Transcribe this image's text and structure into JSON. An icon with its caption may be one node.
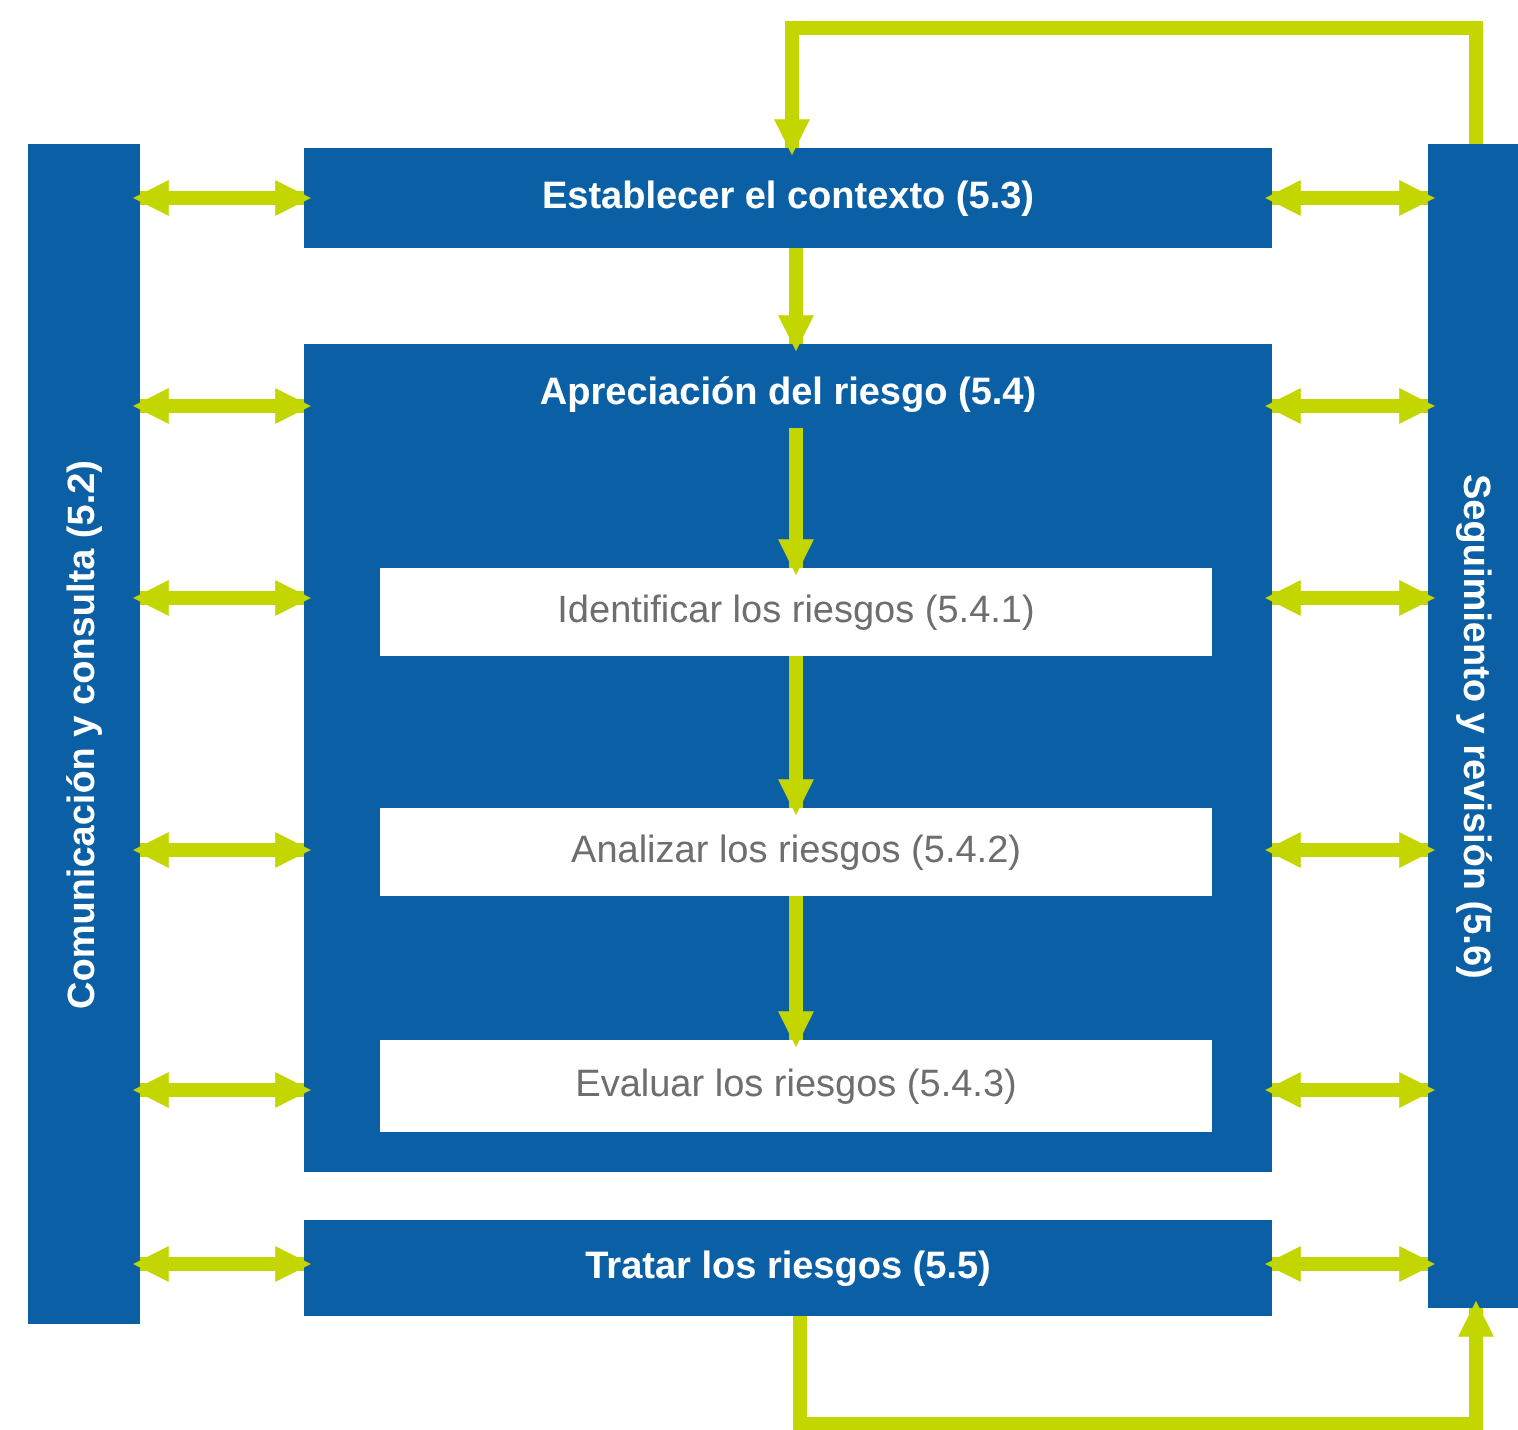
{
  "diagram": {
    "nodes": [
      {
        "text": [
          "Comunicación y consulta (5.2)"
        ]
      },
      {
        "text": [
          "Establecer el contexto (5.3)"
        ]
      },
      {
        "text": [
          "Apreciación del riesgo (5.4)"
        ]
      },
      {
        "text": [
          "Identificar los riesgos (5.4.1)"
        ],
        "in": 2
      },
      {
        "text": [
          "Analizar los riesgos (5.4.2)"
        ],
        "in": 2
      },
      {
        "text": [
          "Evaluar los riesgos (5.4.3)"
        ],
        "in": 2
      },
      {
        "text": [
          "Tratar los riesgos (5.5)"
        ]
      },
      {
        "text": [
          "Seguimiento y revisión (5.6)"
        ]
      }
    ],
    "edges": [
      {
        "from": 1,
        "to": 2,
        "arrow": "to"
      },
      {
        "from": 2,
        "to": 3,
        "arrow": "to"
      },
      {
        "from": 3,
        "to": 4,
        "arrow": "to"
      },
      {
        "from": 4,
        "to": 5,
        "arrow": "to"
      },
      {
        "from": 0,
        "to": 1,
        "arrow": "both"
      },
      {
        "from": 0,
        "to": 2,
        "arrow": "both"
      },
      {
        "from": 0,
        "to": 2,
        "arrow": "both"
      },
      {
        "from": 0,
        "to": 2,
        "arrow": "both"
      },
      {
        "from": 0,
        "to": 2,
        "arrow": "both"
      },
      {
        "from": 0,
        "to": 6,
        "arrow": "both"
      },
      {
        "from": 1,
        "to": 7,
        "arrow": "both"
      },
      {
        "from": 2,
        "to": 7,
        "arrow": "both"
      },
      {
        "from": 2,
        "to": 7,
        "arrow": "both"
      },
      {
        "from": 2,
        "to": 7,
        "arrow": "both"
      },
      {
        "from": 2,
        "to": 7,
        "arrow": "both"
      },
      {
        "from": 6,
        "to": 7,
        "arrow": "both"
      },
      {
        "from": 6,
        "to": 7,
        "arrow": "to"
      },
      {
        "from": 7,
        "to": 1,
        "arrow": "to"
      }
    ]
  }
}
